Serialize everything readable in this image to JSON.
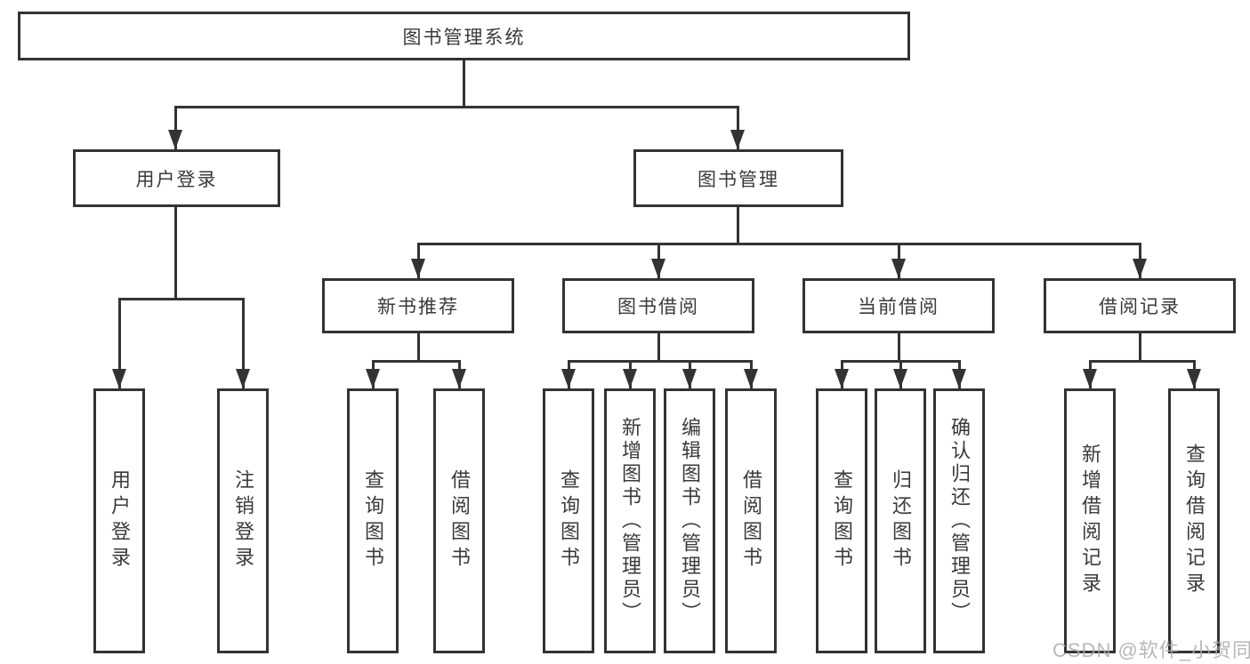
{
  "diagram": {
    "title": "图书管理系统",
    "level2": {
      "user_login": "用户登录",
      "book_mgmt": "图书管理"
    },
    "level3": {
      "new_books": "新书推荐",
      "book_borrow": "图书借阅",
      "current_borrow": "当前借阅",
      "borrow_records": "借阅记录"
    },
    "leaves": {
      "user_login": "用户登录",
      "logout": "注销登录",
      "query_books_1": "查询图书",
      "borrow_books_1": "借阅图书",
      "query_books_2": "查询图书",
      "add_books_admin": "新增图书（管理员）",
      "edit_books_admin": "编辑图书（管理员）",
      "borrow_books_2": "借阅图书",
      "query_books_3": "查询图书",
      "return_books": "归还图书",
      "confirm_return_admin": "确认归还（管理员）",
      "add_borrow_record": "新增借阅记录",
      "query_borrow_record": "查询借阅记录"
    },
    "colors": {
      "line": "#333333",
      "box_text": "#3a3a3a",
      "background": "#ffffff",
      "watermark": "#aaaaaa"
    }
  },
  "watermark": {
    "text": "CSDN @软件_小贺同学"
  }
}
